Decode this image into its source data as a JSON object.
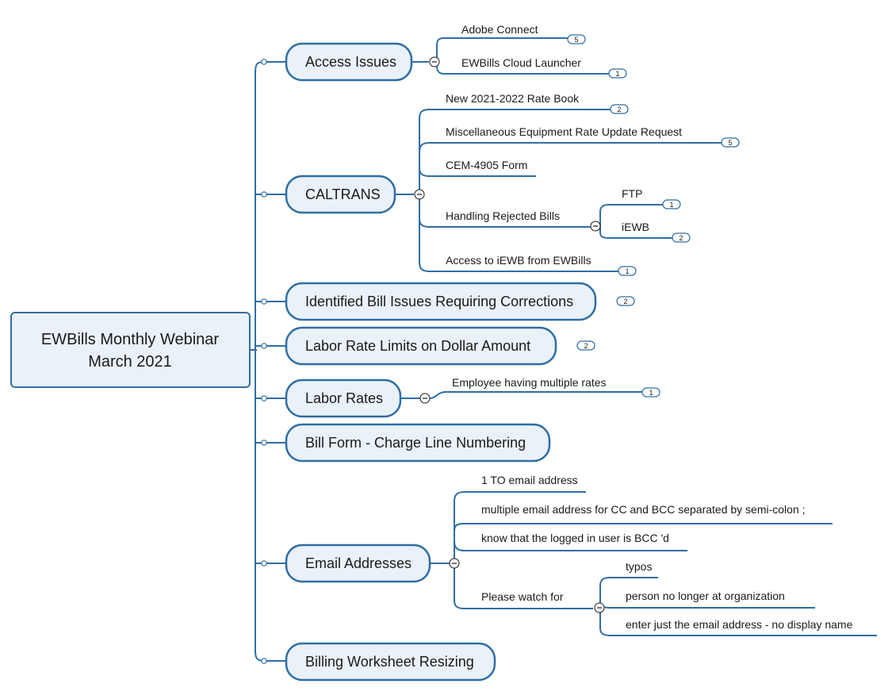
{
  "root": {
    "line1": "EWBills Monthly Webinar",
    "line2": "March 2021"
  },
  "topics": {
    "access": {
      "label": "Access Issues",
      "sub": [
        {
          "label": "Adobe Connect",
          "count": "5"
        },
        {
          "label": "EWBills Cloud Launcher",
          "count": "1"
        }
      ]
    },
    "caltrans": {
      "label": "CALTRANS",
      "sub": [
        {
          "label": "New 2021-2022 Rate Book",
          "count": "2"
        },
        {
          "label": "Miscellaneous Equipment Rate Update Request",
          "count": "5"
        },
        {
          "label": "CEM-4905 Form"
        },
        {
          "label": "Handling Rejected Bills",
          "sub": [
            {
              "label": "FTP",
              "count": "1"
            },
            {
              "label": "iEWB",
              "count": "2"
            }
          ]
        },
        {
          "label": "Access to iEWB from EWBills",
          "count": "1"
        }
      ]
    },
    "identified": {
      "label": "Identified Bill Issues Requiring Corrections",
      "count": "2"
    },
    "labor_limits": {
      "label": "Labor Rate Limits on Dollar Amount",
      "count": "2"
    },
    "labor_rates": {
      "label": "Labor Rates",
      "sub": [
        {
          "label": "Employee having multiple rates",
          "count": "1"
        }
      ]
    },
    "bill_form": {
      "label": "Bill Form - Charge Line Numbering"
    },
    "email": {
      "label": "Email Addresses",
      "sub": [
        {
          "label": "1 TO email address"
        },
        {
          "label": "multiple email address for CC and BCC separated by semi-colon ;"
        },
        {
          "label": "know that the logged in user is BCC 'd"
        },
        {
          "label": "Please watch for",
          "sub": [
            {
              "label": "typos"
            },
            {
              "label": "person no longer at organization"
            },
            {
              "label": "enter just the email address - no display name"
            }
          ]
        }
      ]
    },
    "billing_ws": {
      "label": "Billing Worksheet Resizing"
    }
  }
}
